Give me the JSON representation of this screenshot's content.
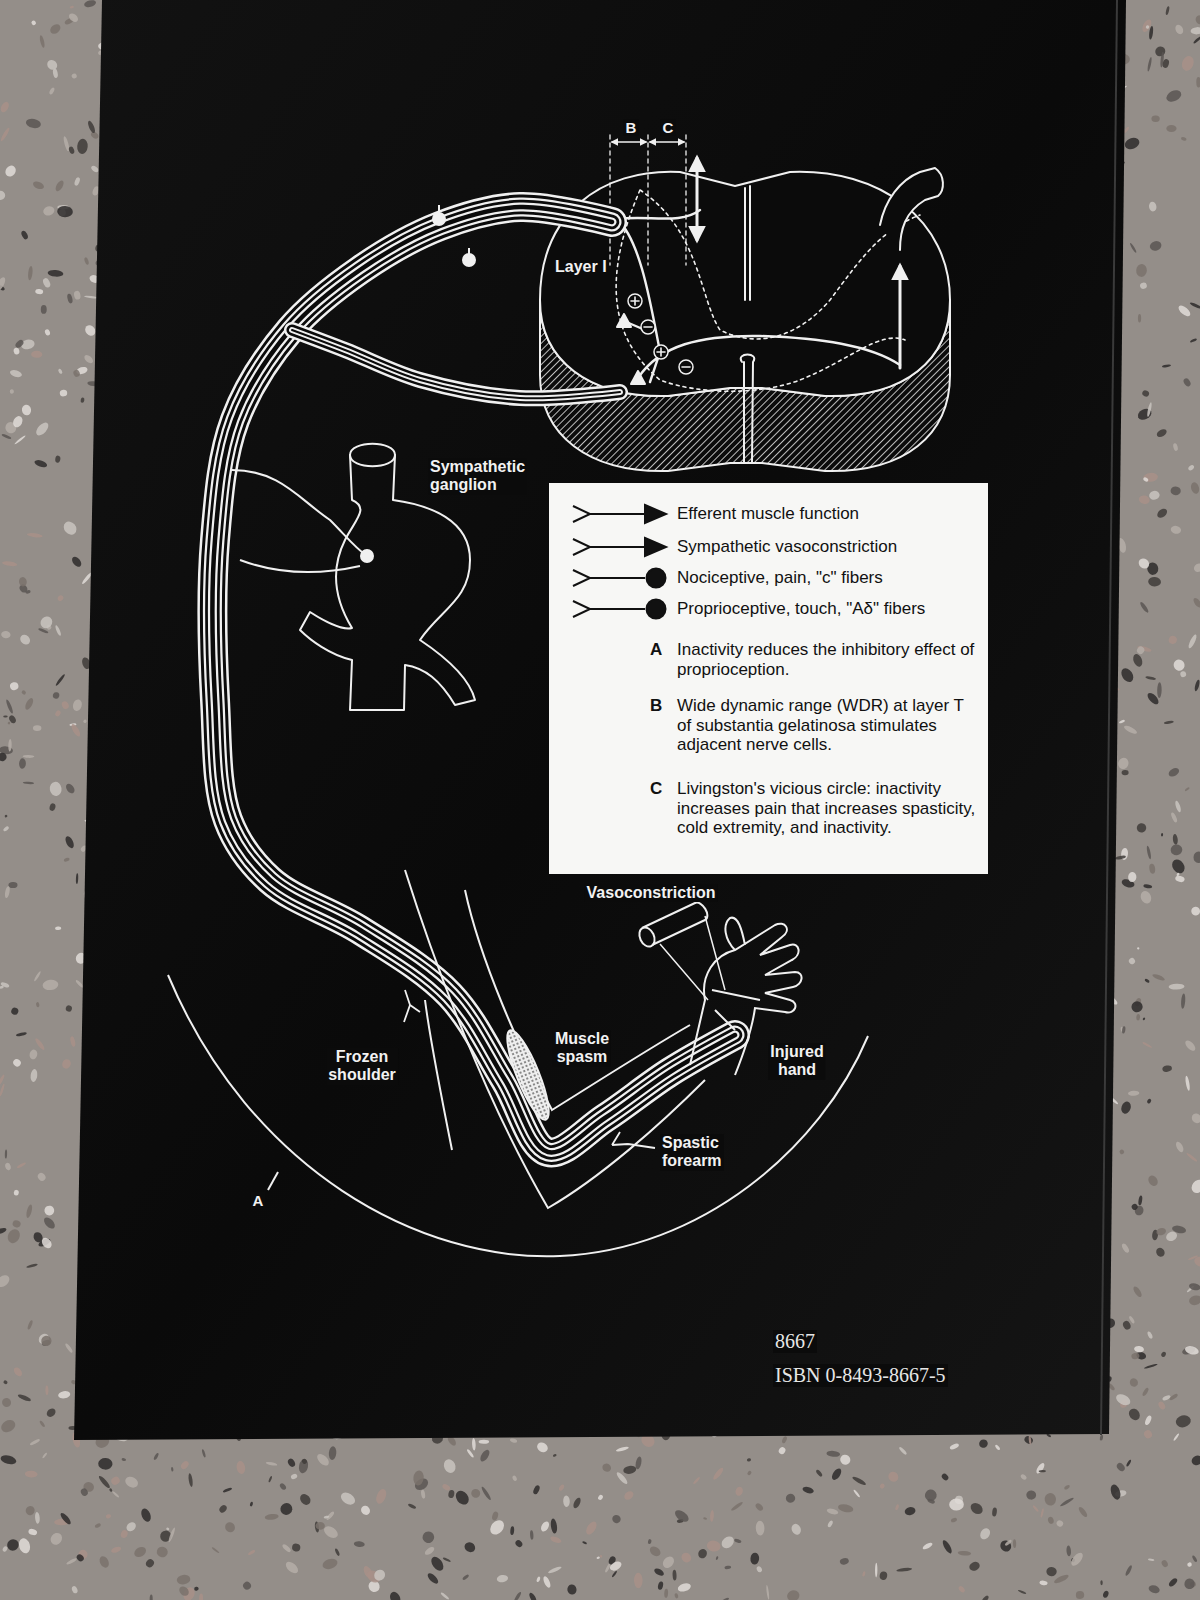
{
  "diagram": {
    "labels": [
      "B",
      "C",
      "Layer I",
      "Sympathetic ganglion",
      "A",
      "Inactivity reduces the inhibitory effect of proprioception.",
      "B",
      "Wide dynamic range (WDR) at layer T of substantia gelatinosa stimulates adjacent nerve cells.",
      "C",
      "Livingston's vicious circle: inactivity increases pain that increases spasticity, cold extremity, and inactivity.",
      "Vasoconstriction",
      "Frozen shoulder",
      "Muscle spasm",
      "Injured hand",
      "Spastic forearm",
      "A",
      "8667",
      "ISBN 0-8493-8667-5"
    ],
    "legend": [
      {
        "text": "Efferent muscle function"
      },
      {
        "text": "Sympathetic vasoconstriction"
      },
      {
        "text": "Nociceptive, pain, \"c\" fibers"
      },
      {
        "text": "Proprioceptive, touch, \"Aδ\" fibers"
      }
    ]
  }
}
